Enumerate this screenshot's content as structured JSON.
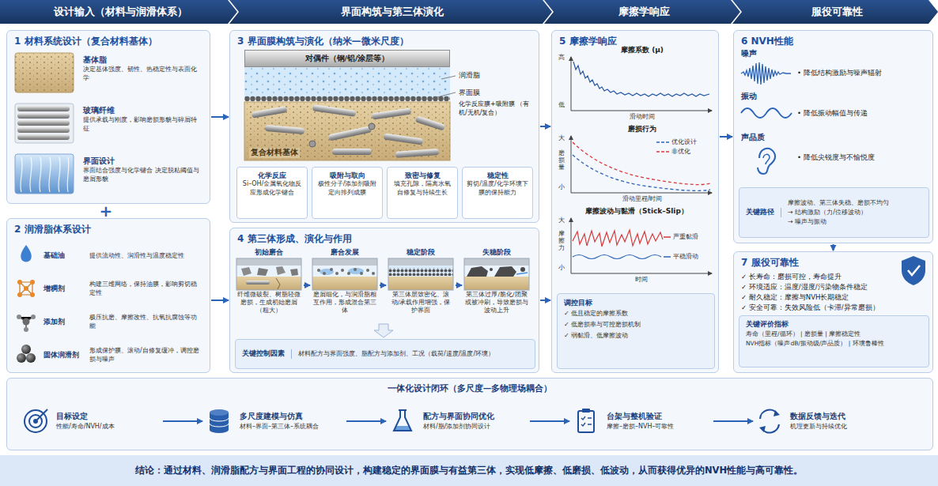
{
  "diagram": {
    "nodes": [
      {
        "text": [
          "设计输入（材料与润滑体系）"
        ]
      },
      {
        "text": [
          "界面构筑与第三体演化"
        ]
      },
      {
        "text": [
          "摩擦学响应"
        ]
      },
      {
        "text": [
          "服役可靠性"
        ]
      },
      {
        "text": [
          "1 材料系统设计（复合材料基体）"
        ]
      },
      {
        "text": [
          "基体脂",
          "决定基体强度、韧性、热稳定性与表面化学"
        ],
        "in": 4
      },
      {
        "text": [
          "玻璃纤维",
          "提供承载与刚度，影响磨损形貌与碎屑特征"
        ],
        "in": 4
      },
      {
        "text": [
          "界面设计",
          "界面结合强度与化学键合 决定脱粘阈值与磨屑形貌"
        ],
        "in": 4
      },
      {
        "text": [
          "2 润滑脂体系设计"
        ]
      },
      {
        "text": [
          "基础油",
          "提供流动性、润滑性与温度稳定性"
        ],
        "in": 8
      },
      {
        "text": [
          "增稠剂",
          "构建三维网络，保持油膜，影响剪切稳定性"
        ],
        "in": 8
      },
      {
        "text": [
          "添加剂",
          "极压抗磨、摩擦改性、抗氧抗腐蚀等功能"
        ],
        "in": 8
      },
      {
        "text": [
          "固体润滑剂",
          "形成保护膜、滚动/自修复缓冲，调控磨损与噪声"
        ],
        "in": 8
      },
      {
        "text": [
          "3 界面膜构筑与演化（纳米—微米尺度）"
        ]
      },
      {
        "text": [
          "对偶件（钢/铝/涂层等）"
        ],
        "in": 13
      },
      {
        "text": [
          "复合材料基体"
        ],
        "in": 13
      },
      {
        "text": [
          "化学反应",
          "Si–OH/金属氧化物反应形成化学键合"
        ],
        "in": 13
      },
      {
        "text": [
          "吸附与取向",
          "极性分子/添加剂吸附定向排列成膜"
        ],
        "in": 13
      },
      {
        "text": [
          "致密与修复",
          "填充孔隙，隔离水氧 自修复与持续生长"
        ],
        "in": 13
      },
      {
        "text": [
          "稳定性",
          "剪切/温度/化学环境下膜的保持能力"
        ],
        "in": 13
      },
      {
        "text": [
          "4 第三体形成、演化与作用"
        ]
      },
      {
        "text": [
          "初始磨合",
          "纤维微破裂、树脂轻微磨损，生成初始磨屑（粗大）"
        ],
        "in": 20
      },
      {
        "text": [
          "磨合发展",
          "磨屑细化，与润滑脂相互作用，形成混合第三体"
        ],
        "in": 20
      },
      {
        "text": [
          "稳定阶段",
          "第三体层致密化、滚动/承载作用增强，保护界面"
        ],
        "in": 20
      },
      {
        "text": [
          "失稳阶段",
          "第三体过厚/脆化/团聚或被冲刷，导致磨损与波动上升"
        ],
        "in": 20
      },
      {
        "text": [
          "关键控制因素",
          "材料配方与界面强度、脂配方与添加剂、工况（载荷/速度/温度/环境）"
        ],
        "in": 20
      },
      {
        "text": [
          "5 摩擦学响应"
        ]
      },
      {
        "text": [
          "调控目标",
          "✓ 低且稳定的摩擦系数",
          "✓ 低磨损率与可控磨损机制",
          "✓ 弱黏滑、低摩擦波动"
        ],
        "in": 26
      },
      {
        "text": [
          "6 NVH性能"
        ]
      },
      {
        "text": [
          "关键路径",
          "摩擦波动、第三体失稳、磨损不均匀",
          "→ 结构激励（力/位移波动）",
          "→ 噪声与振动"
        ],
        "in": 28
      },
      {
        "text": [
          "7 服役可靠性"
        ]
      },
      {
        "text": [
          "关键评价指标",
          "寿命（里程/循环） | 磨损量 | 摩擦稳定性",
          "NVH指标（噪声dB/振动级/声品质） | 环境鲁棒性"
        ],
        "in": 30
      },
      {
        "text": [
          "一体化设计闭环（多尺度—多物理场耦合）"
        ]
      },
      {
        "text": [
          "目标设定",
          "性能/寿命/NVH/成本"
        ],
        "in": 32
      },
      {
        "text": [
          "多尺度建模与仿真",
          "材料–界面–第三体–系统耦合"
        ],
        "in": 32
      },
      {
        "text": [
          "配方与界面协同优化",
          "材料/脂/添加剂协同设计"
        ],
        "in": 32
      },
      {
        "text": [
          "台架与整机验证",
          "摩擦–磨损–NVH–可靠性"
        ],
        "in": 32
      },
      {
        "text": [
          "数据反馈与迭代",
          "机理更新与持续优化"
        ],
        "in": 32
      },
      {
        "text": [
          "结论：通过材料、润滑脂配方与界面工程的协同设计，构建稳定的界面膜与有益第三体，实现低摩擦、低磨损、低波动，从而获得优异的NVH性能与高可靠性。"
        ]
      }
    ],
    "edges": [
      {
        "from": 4,
        "to": 13,
        "arrow": "to"
      },
      {
        "from": 8,
        "to": 20,
        "arrow": "to"
      },
      {
        "from": 13,
        "to": 26,
        "arrow": "to"
      },
      {
        "from": 20,
        "to": 26,
        "arrow": "to"
      },
      {
        "from": 26,
        "to": 28,
        "arrow": "to"
      },
      {
        "from": 28,
        "to": 30,
        "arrow": "to"
      },
      {
        "from": 21,
        "to": 22,
        "arrow": "to"
      },
      {
        "from": 22,
        "to": 23,
        "arrow": "to"
      },
      {
        "from": 23,
        "to": 24,
        "arrow": "to"
      },
      {
        "from": 33,
        "to": 34,
        "arrow": "to"
      },
      {
        "from": 34,
        "to": 35,
        "arrow": "to"
      },
      {
        "from": 35,
        "to": 36,
        "arrow": "to"
      },
      {
        "from": 36,
        "to": 37,
        "arrow": "to"
      }
    ],
    "labels": [
      "+",
      "润滑脂",
      "界面膜",
      "化学反应膜+吸附膜 （有机/无机/复合）",
      "摩擦系数 (μ)",
      "高",
      "低",
      "滑动时间",
      "磨损行为",
      "大",
      "磨损量",
      "小",
      "滑动里程/时间",
      "摩擦波动与黏滑（Stick–Slip）",
      "大",
      "摩擦力",
      "小",
      "时间",
      "噪声",
      "• 降低结构激励与噪声辐射",
      "振动",
      "• 降低振动幅值与传递",
      "声品质",
      "• 降低尖锐度与不愉悦度",
      "✓ 长寿命：磨损可控，寿命提升",
      "✓ 环境适应：温度/湿度/污染物条件稳定",
      "✓ 耐久稳定：摩擦与NVH长期稳定",
      "✓ 安全可靠：失效风险低（卡滞/异常磨损）"
    ],
    "legend": [
      {
        "text": "优化设计"
      },
      {
        "text": "非优化"
      },
      {
        "text": "严重黏滑"
      },
      {
        "text": "平稳滑动"
      }
    ]
  }
}
